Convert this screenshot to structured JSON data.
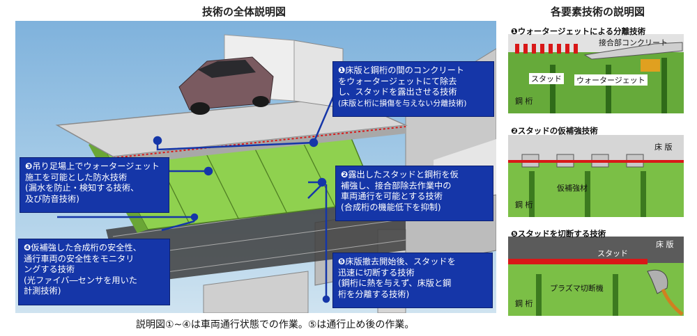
{
  "left_title": "技術の全体説明図",
  "right_title": "各要素技術の説明図",
  "callouts": {
    "c1": {
      "num": "❶",
      "lines": [
        "床版と鋼桁の間のコンクリート",
        "をウォータージェットにて除去",
        "し、スタッドを露出させる技術"
      ],
      "note": "(床版と桁に損傷を与えない分離技術)"
    },
    "c2": {
      "num": "❷",
      "lines": [
        "露出したスタッドと鋼桁を仮",
        "補強し、接合部除去作業中の",
        "車両通行を可能とする技術",
        "(合成桁の機能低下を抑制)"
      ]
    },
    "c3": {
      "num": "❸",
      "lines": [
        "吊り足場上でウォータージェット",
        "施工を可能とした防水技術",
        "(漏水を防止・検知する技術、",
        "及び防音技術)"
      ]
    },
    "c4": {
      "num": "❹",
      "lines": [
        "仮補強した合成桁の安全性、",
        "通行車両の安全性をモニタリ",
        "ングする技術",
        "(光ファイバ―センサを用いた",
        "計測技術)"
      ]
    },
    "c5": {
      "num": "❺",
      "lines": [
        "床版撤去開始後、スタッドを",
        "迅速に切断する技術",
        "(鋼桁に熱を与えず、床版と鋼",
        "桁を分離する技術)"
      ]
    }
  },
  "caption": "説明図①~④は車両通行状態での作業。⑤は通行止め後の作業。",
  "panels": {
    "p1": {
      "title": "❶ウォータージェットによる分離技術",
      "labels": {
        "concrete": "接合部コンクリート",
        "stud": "スタッド",
        "wj": "ウォータージェット",
        "girder": "鋼 桁"
      }
    },
    "p2": {
      "title": "❷スタッドの仮補強技術",
      "labels": {
        "slab": "床 版",
        "reinforce": "仮補強材",
        "girder": "鋼 桁"
      }
    },
    "p3": {
      "title": "❺スタッドを切断する技術",
      "labels": {
        "slab": "床 版",
        "stud": "スタッド",
        "plasma": "プラズマ切断機",
        "girder": "鋼 桁"
      }
    }
  },
  "colors": {
    "callout_bg": "#1536a8",
    "girder": "#8fd14f",
    "slab": "#d8d8d8",
    "sky": "#a8cde8",
    "stud": "#d81818"
  }
}
